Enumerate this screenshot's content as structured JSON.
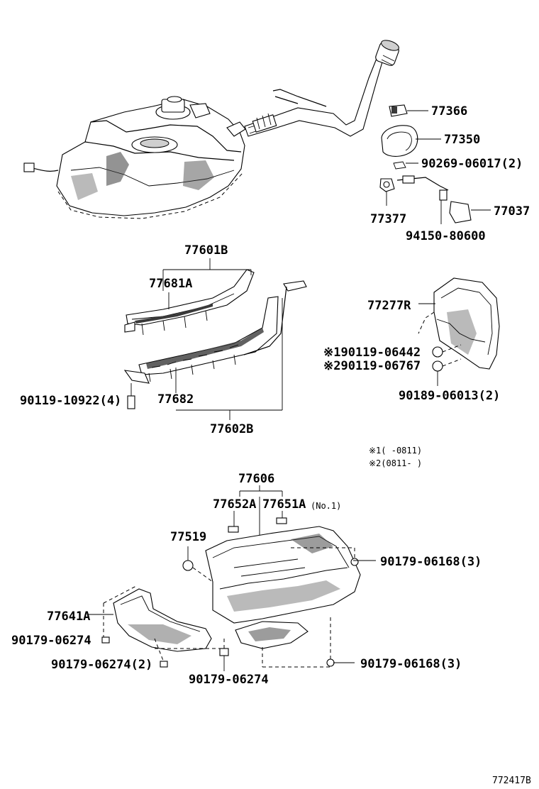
{
  "diagram_id": "772417B",
  "notes": {
    "note1": "※1(  -0811)",
    "note2": "※2(0811-  )"
  },
  "labels": {
    "p77366": "77366",
    "p77350": "77350",
    "p90269": "90269-06017(2)",
    "p77377": "77377",
    "p77037": "77037",
    "p94150": "94150-80600",
    "p77601B": "77601B",
    "p77681A": "77681A",
    "p77277R": "77277R",
    "p90119_06442": "※190119-06442",
    "p90119_06767": "※290119-06767",
    "p90189": "90189-06013(2)",
    "p90119_10922": "90119-10922(4)",
    "p77682": "77682",
    "p77602B": "77602B",
    "p77606": "77606",
    "p77652A": "77652A",
    "p77651A": "77651A",
    "p77651A_note": "(No.1)",
    "p77519": "77519",
    "p90179_06168a": "90179-06168(3)",
    "p77641A": "77641A",
    "p90179_06274a": "90179-06274",
    "p90179_06274b": "90179-06274(2)",
    "p90179_06274c": "90179-06274",
    "p90179_06168b": "90179-06168(3)"
  }
}
